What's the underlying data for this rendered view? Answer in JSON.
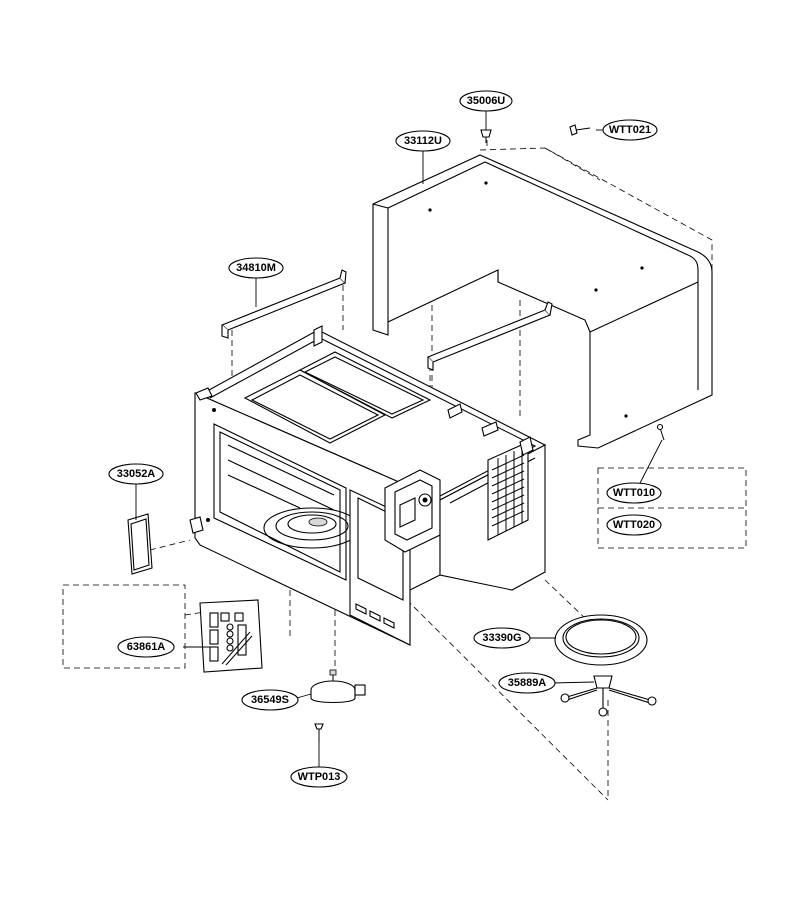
{
  "labels": {
    "p35006U": "35006U",
    "pWTT021": "WTT021",
    "p33112U": "33112U",
    "p34810M": "34810M",
    "p33052A": "33052A",
    "pWTT010": "WTT010",
    "pWTT020": "WTT020",
    "p63861A": "63861A",
    "p33390G": "33390G",
    "p35889A": "35889A",
    "p36549S": "36549S",
    "pWTP013": "WTP013"
  }
}
